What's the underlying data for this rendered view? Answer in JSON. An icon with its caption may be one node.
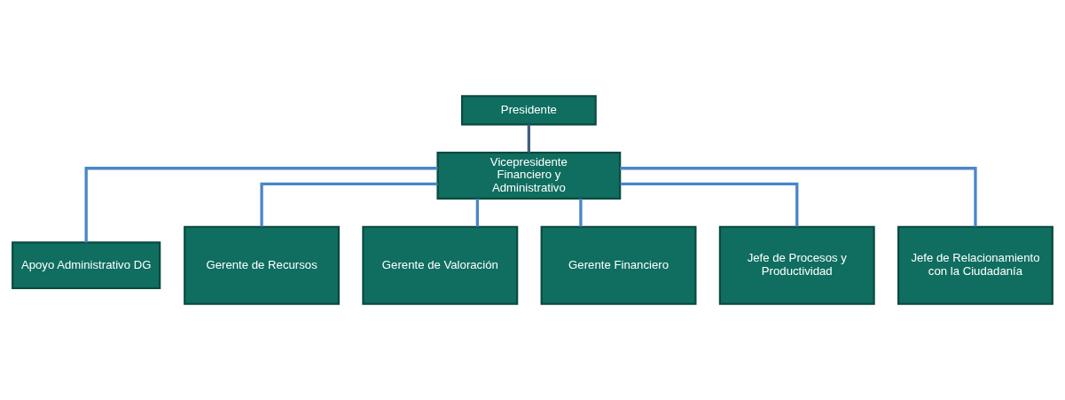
{
  "diagram": {
    "nodes": [
      {
        "text": [
          "Presidente"
        ]
      },
      {
        "text": [
          "Vicepresidente Financiero y Administrativo"
        ]
      },
      {
        "text": [
          "Apoyo Administrativo DG"
        ]
      },
      {
        "text": [
          "Gerente de Recursos"
        ]
      },
      {
        "text": [
          "Gerente de Valoración"
        ]
      },
      {
        "text": [
          "Gerente Financiero"
        ]
      },
      {
        "text": [
          "Jefe de Procesos y Productividad"
        ]
      },
      {
        "text": [
          "Jefe de Relacionamiento con la Ciudadanía"
        ]
      }
    ],
    "edges": [
      {
        "from": 0,
        "to": 1,
        "arrow": "none",
        "color": "#3f5f80"
      },
      {
        "from": 1,
        "to": 2,
        "arrow": "none"
      },
      {
        "from": 1,
        "to": 3,
        "arrow": "none"
      },
      {
        "from": 1,
        "to": 4,
        "arrow": "none"
      },
      {
        "from": 1,
        "to": 5,
        "arrow": "none"
      },
      {
        "from": 1,
        "to": 6,
        "arrow": "none"
      },
      {
        "from": 1,
        "to": 7,
        "arrow": "none"
      }
    ]
  }
}
